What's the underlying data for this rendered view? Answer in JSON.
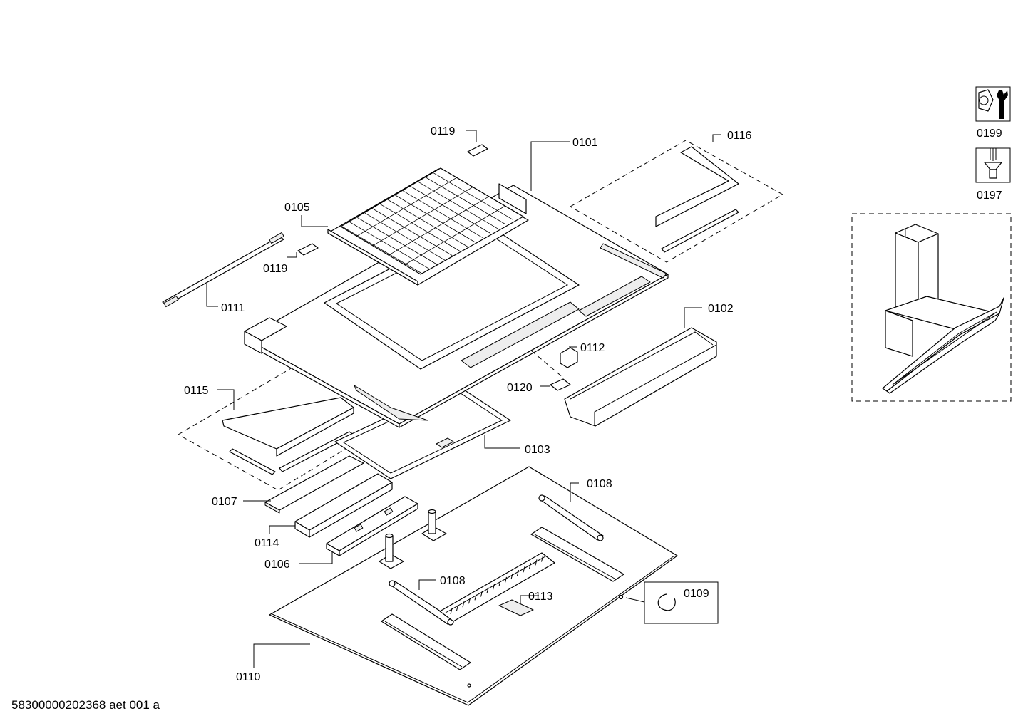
{
  "document_id": "58300000202368 aet 001 a",
  "parts": {
    "p0101": "0101",
    "p0102": "0102",
    "p0103": "0103",
    "p0105": "0105",
    "p0106": "0106",
    "p0107": "0107",
    "p0108a": "0108",
    "p0108b": "0108",
    "p0109": "0109",
    "p0110": "0110",
    "p0111": "0111",
    "p0112": "0112",
    "p0113": "0113",
    "p0114": "0114",
    "p0115": "0115",
    "p0116": "0116",
    "p0119a": "0119",
    "p0119b": "0119",
    "p0120": "0120"
  },
  "tool_icons": {
    "wrench": {
      "name": "wrench-icon",
      "code": "0199"
    },
    "screw": {
      "name": "screw-icon",
      "code": "0197"
    }
  },
  "overview_image": {
    "name": "hood-overview-image"
  }
}
